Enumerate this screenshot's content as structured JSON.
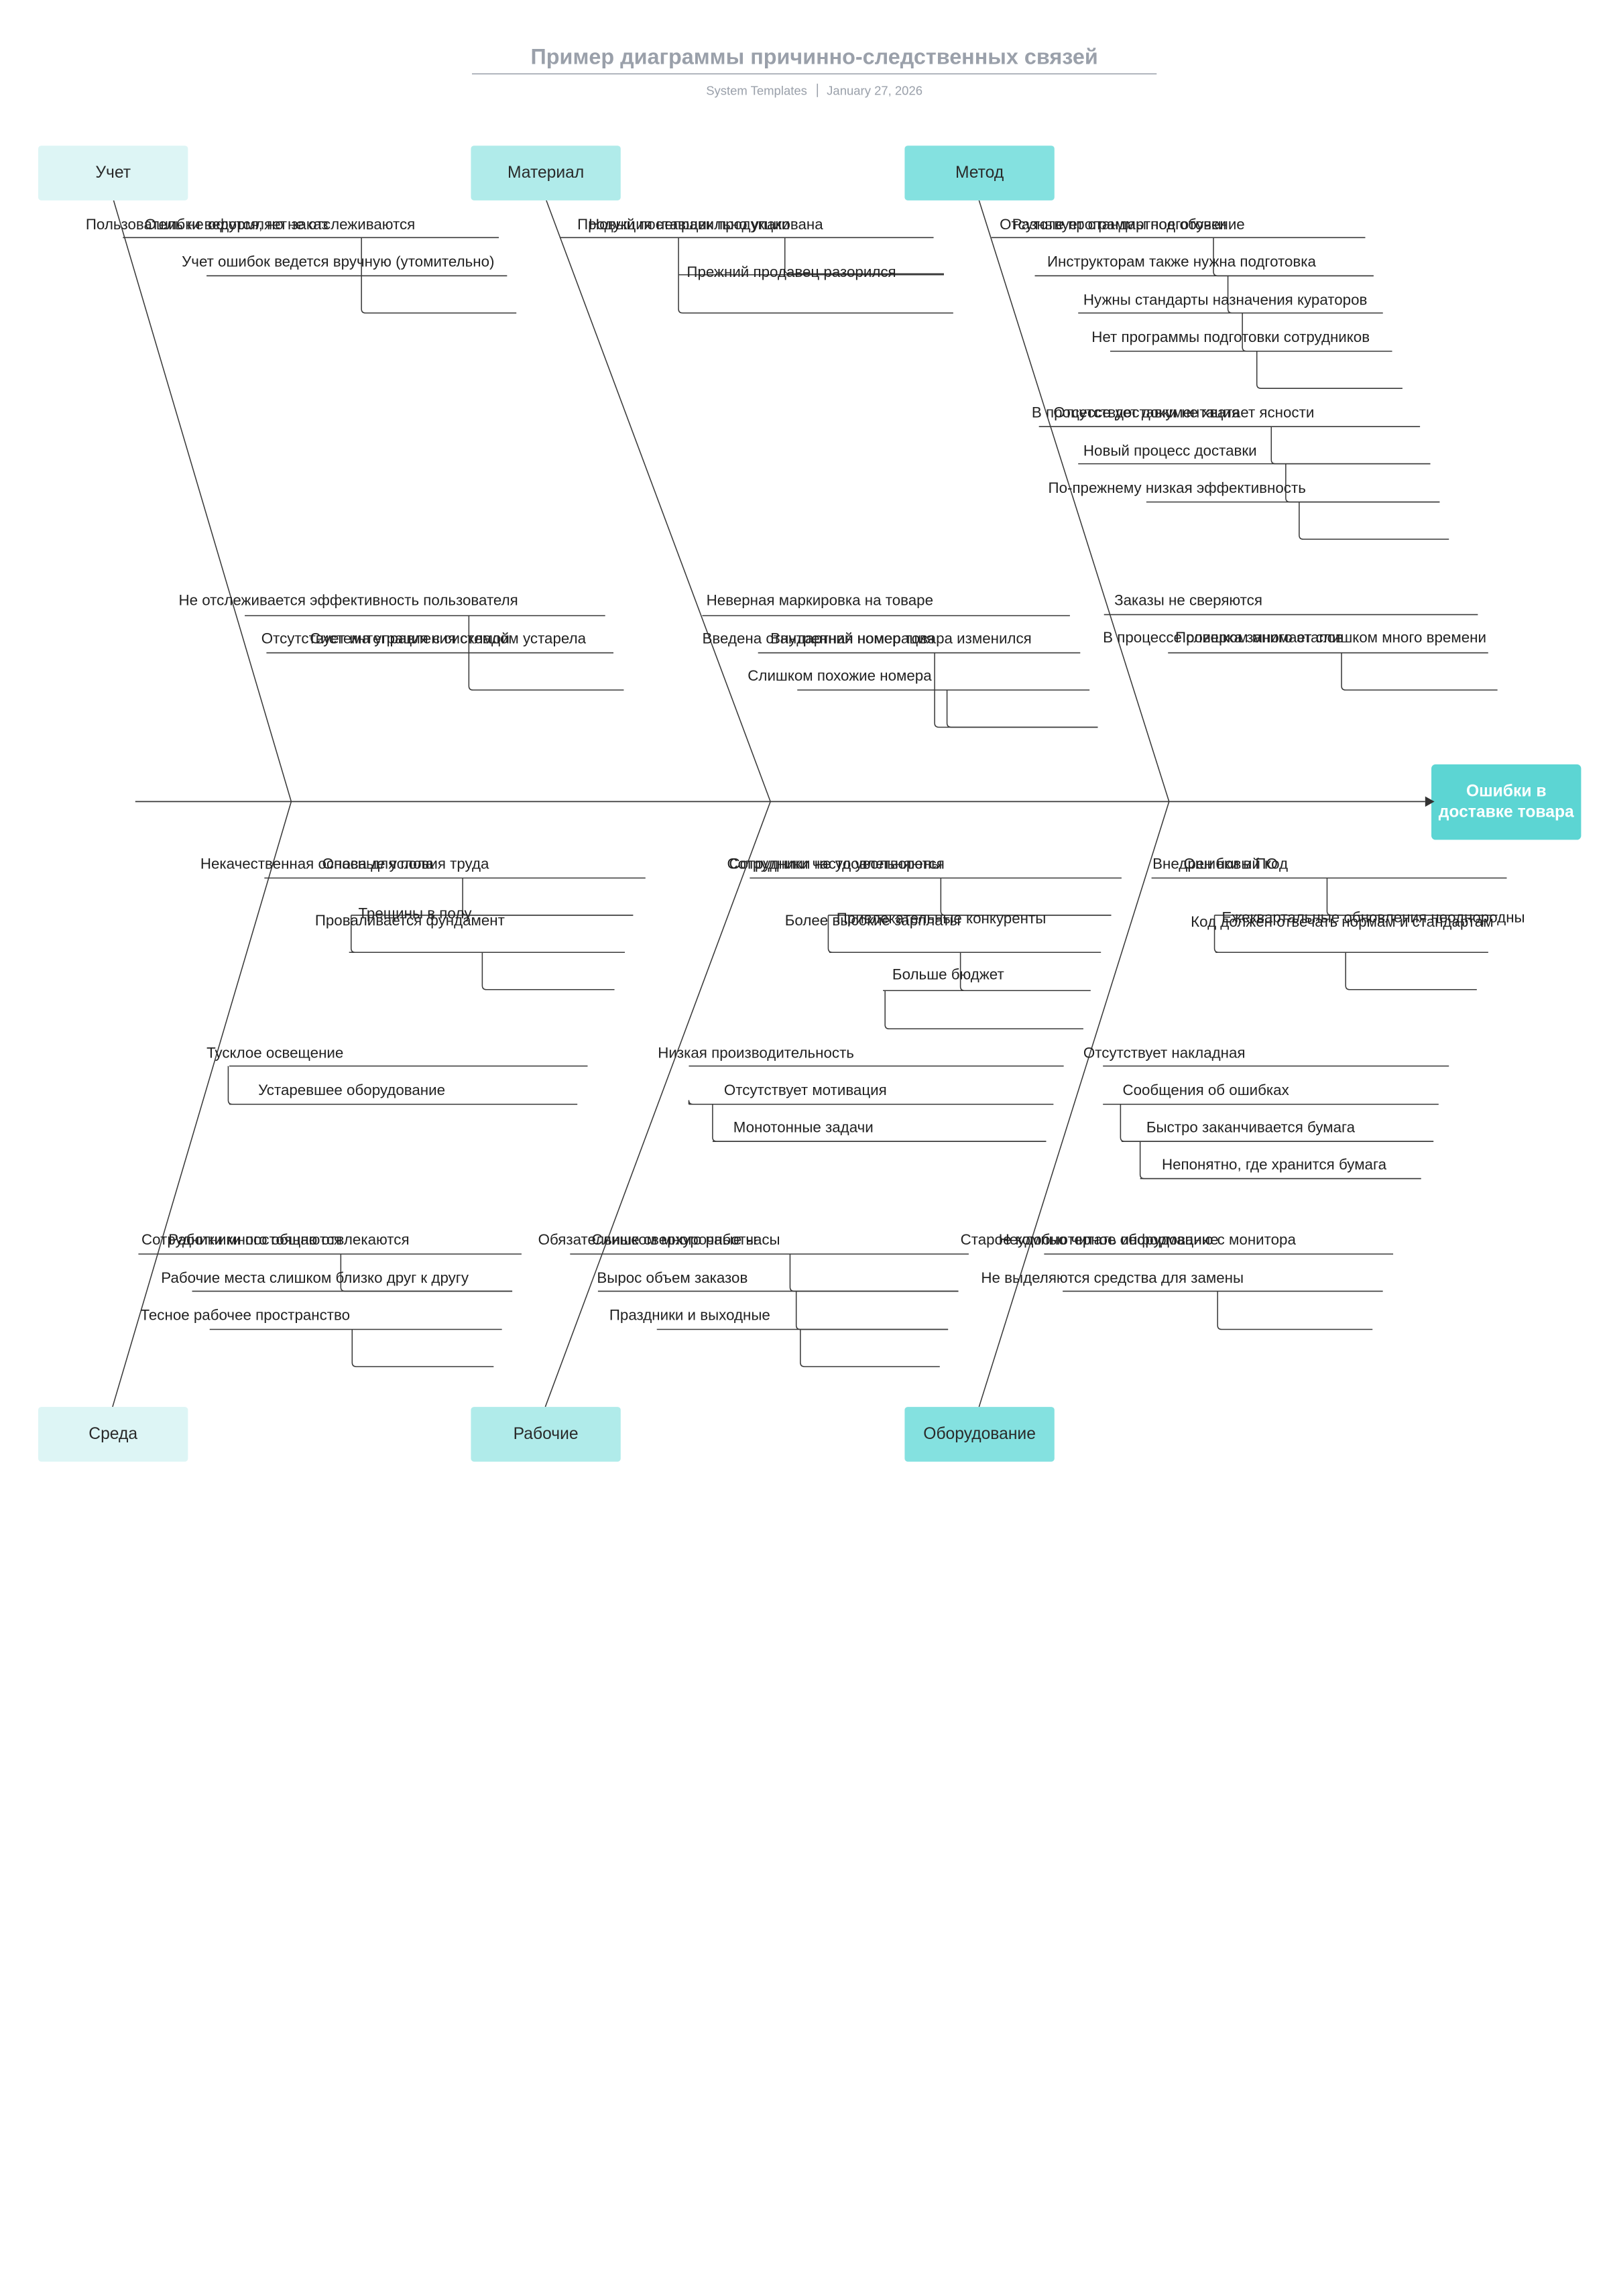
{
  "header": {
    "title": "Пример диаграммы причинно-следственных связей",
    "author": "System Templates",
    "date": "January 27, 2026"
  },
  "effect": {
    "label": "Ошибки в доставке товара",
    "color": "#5cd5d3"
  },
  "categories": [
    {
      "label": "Учет",
      "color": "#ddf5f5",
      "causes": [
        {
          "text": "Ошибки ведутся, но не отслеживаются",
          "subs": []
        },
        {
          "text": "Пользователь не оформляет заказ",
          "subs": []
        },
        {
          "text": "Учет ошибок ведется вручную (утомительно)",
          "subs": []
        },
        {
          "text": "Не отслеживается эффективность пользователя",
          "subs": []
        },
        {
          "text": "Система управления складом устарела",
          "subs": []
        },
        {
          "text": "Отсутствует интеграция с системой",
          "subs": []
        }
      ]
    },
    {
      "label": "Материал",
      "color": "#b0ebea",
      "causes": [
        {
          "text": "Продукция неправильно упакована",
          "subs": []
        },
        {
          "text": "Новый поставщик продукции",
          "subs": []
        },
        {
          "text": "Прежний продавец разорился",
          "subs": []
        },
        {
          "text": "Неверная маркировка на товаре",
          "subs": []
        },
        {
          "text": "Введена стандартная номерация",
          "subs": []
        },
        {
          "text": "Внутренний номер товара изменился",
          "subs": []
        },
        {
          "text": "Слишком похожие номера",
          "subs": []
        }
      ]
    },
    {
      "label": "Метод",
      "color": "#84e1e0",
      "causes": [
        {
          "text": "Отсутствует стандартное обучение",
          "subs": []
        },
        {
          "text": "Разные программы подготовки",
          "subs": []
        },
        {
          "text": "Инструкторам также нужна подготовка",
          "subs": []
        },
        {
          "text": "Нужны стандарты назначения кураторов",
          "subs": []
        },
        {
          "text": "Нет программы подготовки сотрудников",
          "subs": []
        },
        {
          "text": "В процессе доставки не хватает ясности",
          "subs": []
        },
        {
          "text": "Отсутствует документация",
          "subs": []
        },
        {
          "text": "Новый процесс доставки",
          "subs": []
        },
        {
          "text": "По-прежнему низкая эффективность",
          "subs": []
        },
        {
          "text": "Заказы не сверяются",
          "subs": []
        },
        {
          "text": "В процессе слишком много этапов",
          "subs": []
        },
        {
          "text": "Проверка занимает слишком много времени",
          "subs": []
        }
      ]
    },
    {
      "label": "Среда",
      "color": "#ddf5f5",
      "causes": [
        {
          "text": "Некачественная основа для пола",
          "subs": []
        },
        {
          "text": "Опасные условия труда",
          "subs": []
        },
        {
          "text": "Трещины в полу",
          "subs": []
        },
        {
          "text": "Проваливается фундамент",
          "subs": []
        },
        {
          "text": "Тусклое освещение",
          "subs": []
        },
        {
          "text": "Устаревшее оборудование",
          "subs": []
        },
        {
          "text": "Сотрудники много общаются",
          "subs": []
        },
        {
          "text": "Работники постоянно отвлекаются",
          "subs": []
        },
        {
          "text": "Рабочие места слишком близко друг к другу",
          "subs": []
        },
        {
          "text": "Тесное рабочее пространство",
          "subs": []
        }
      ]
    },
    {
      "label": "Рабочие",
      "color": "#b0ebea",
      "causes": [
        {
          "text": "Сотрудники часто увольняются",
          "subs": []
        },
        {
          "text": "Сотрудники не удовлетворены",
          "subs": []
        },
        {
          "text": "Привлекательные конкуренты",
          "subs": []
        },
        {
          "text": "Более высокие зарплаты",
          "subs": []
        },
        {
          "text": "Больше бюджет",
          "subs": []
        },
        {
          "text": "Низкая производительность",
          "subs": []
        },
        {
          "text": "Отсутствует мотивация",
          "subs": []
        },
        {
          "text": "Монотонные задачи",
          "subs": []
        },
        {
          "text": "Обязательные сверхурочные часы",
          "subs": []
        },
        {
          "text": "Слишком много работы",
          "subs": []
        },
        {
          "text": "Вырос объем заказов",
          "subs": []
        },
        {
          "text": "Праздники и выходные",
          "subs": []
        }
      ]
    },
    {
      "label": "Оборудование",
      "color": "#84e1e0",
      "causes": [
        {
          "text": "Внедрен новый код",
          "subs": []
        },
        {
          "text": "Ошибки в ПО",
          "subs": []
        },
        {
          "text": "Ежеквартальные обновления неоднородны",
          "subs": []
        },
        {
          "text": "Код должен отвечать нормам и стандартам",
          "subs": []
        },
        {
          "text": "Отсутствует накладная",
          "subs": []
        },
        {
          "text": "Сообщения об ошибках",
          "subs": []
        },
        {
          "text": "Быстро заканчивается бумага",
          "subs": []
        },
        {
          "text": "Непонятно, где хранится бумага",
          "subs": []
        },
        {
          "text": "Старое компьютерное оборудование",
          "subs": []
        },
        {
          "text": "Неудобно читать информацию с монитора",
          "subs": []
        },
        {
          "text": "Не выделяются средства для замены",
          "subs": []
        }
      ]
    }
  ]
}
